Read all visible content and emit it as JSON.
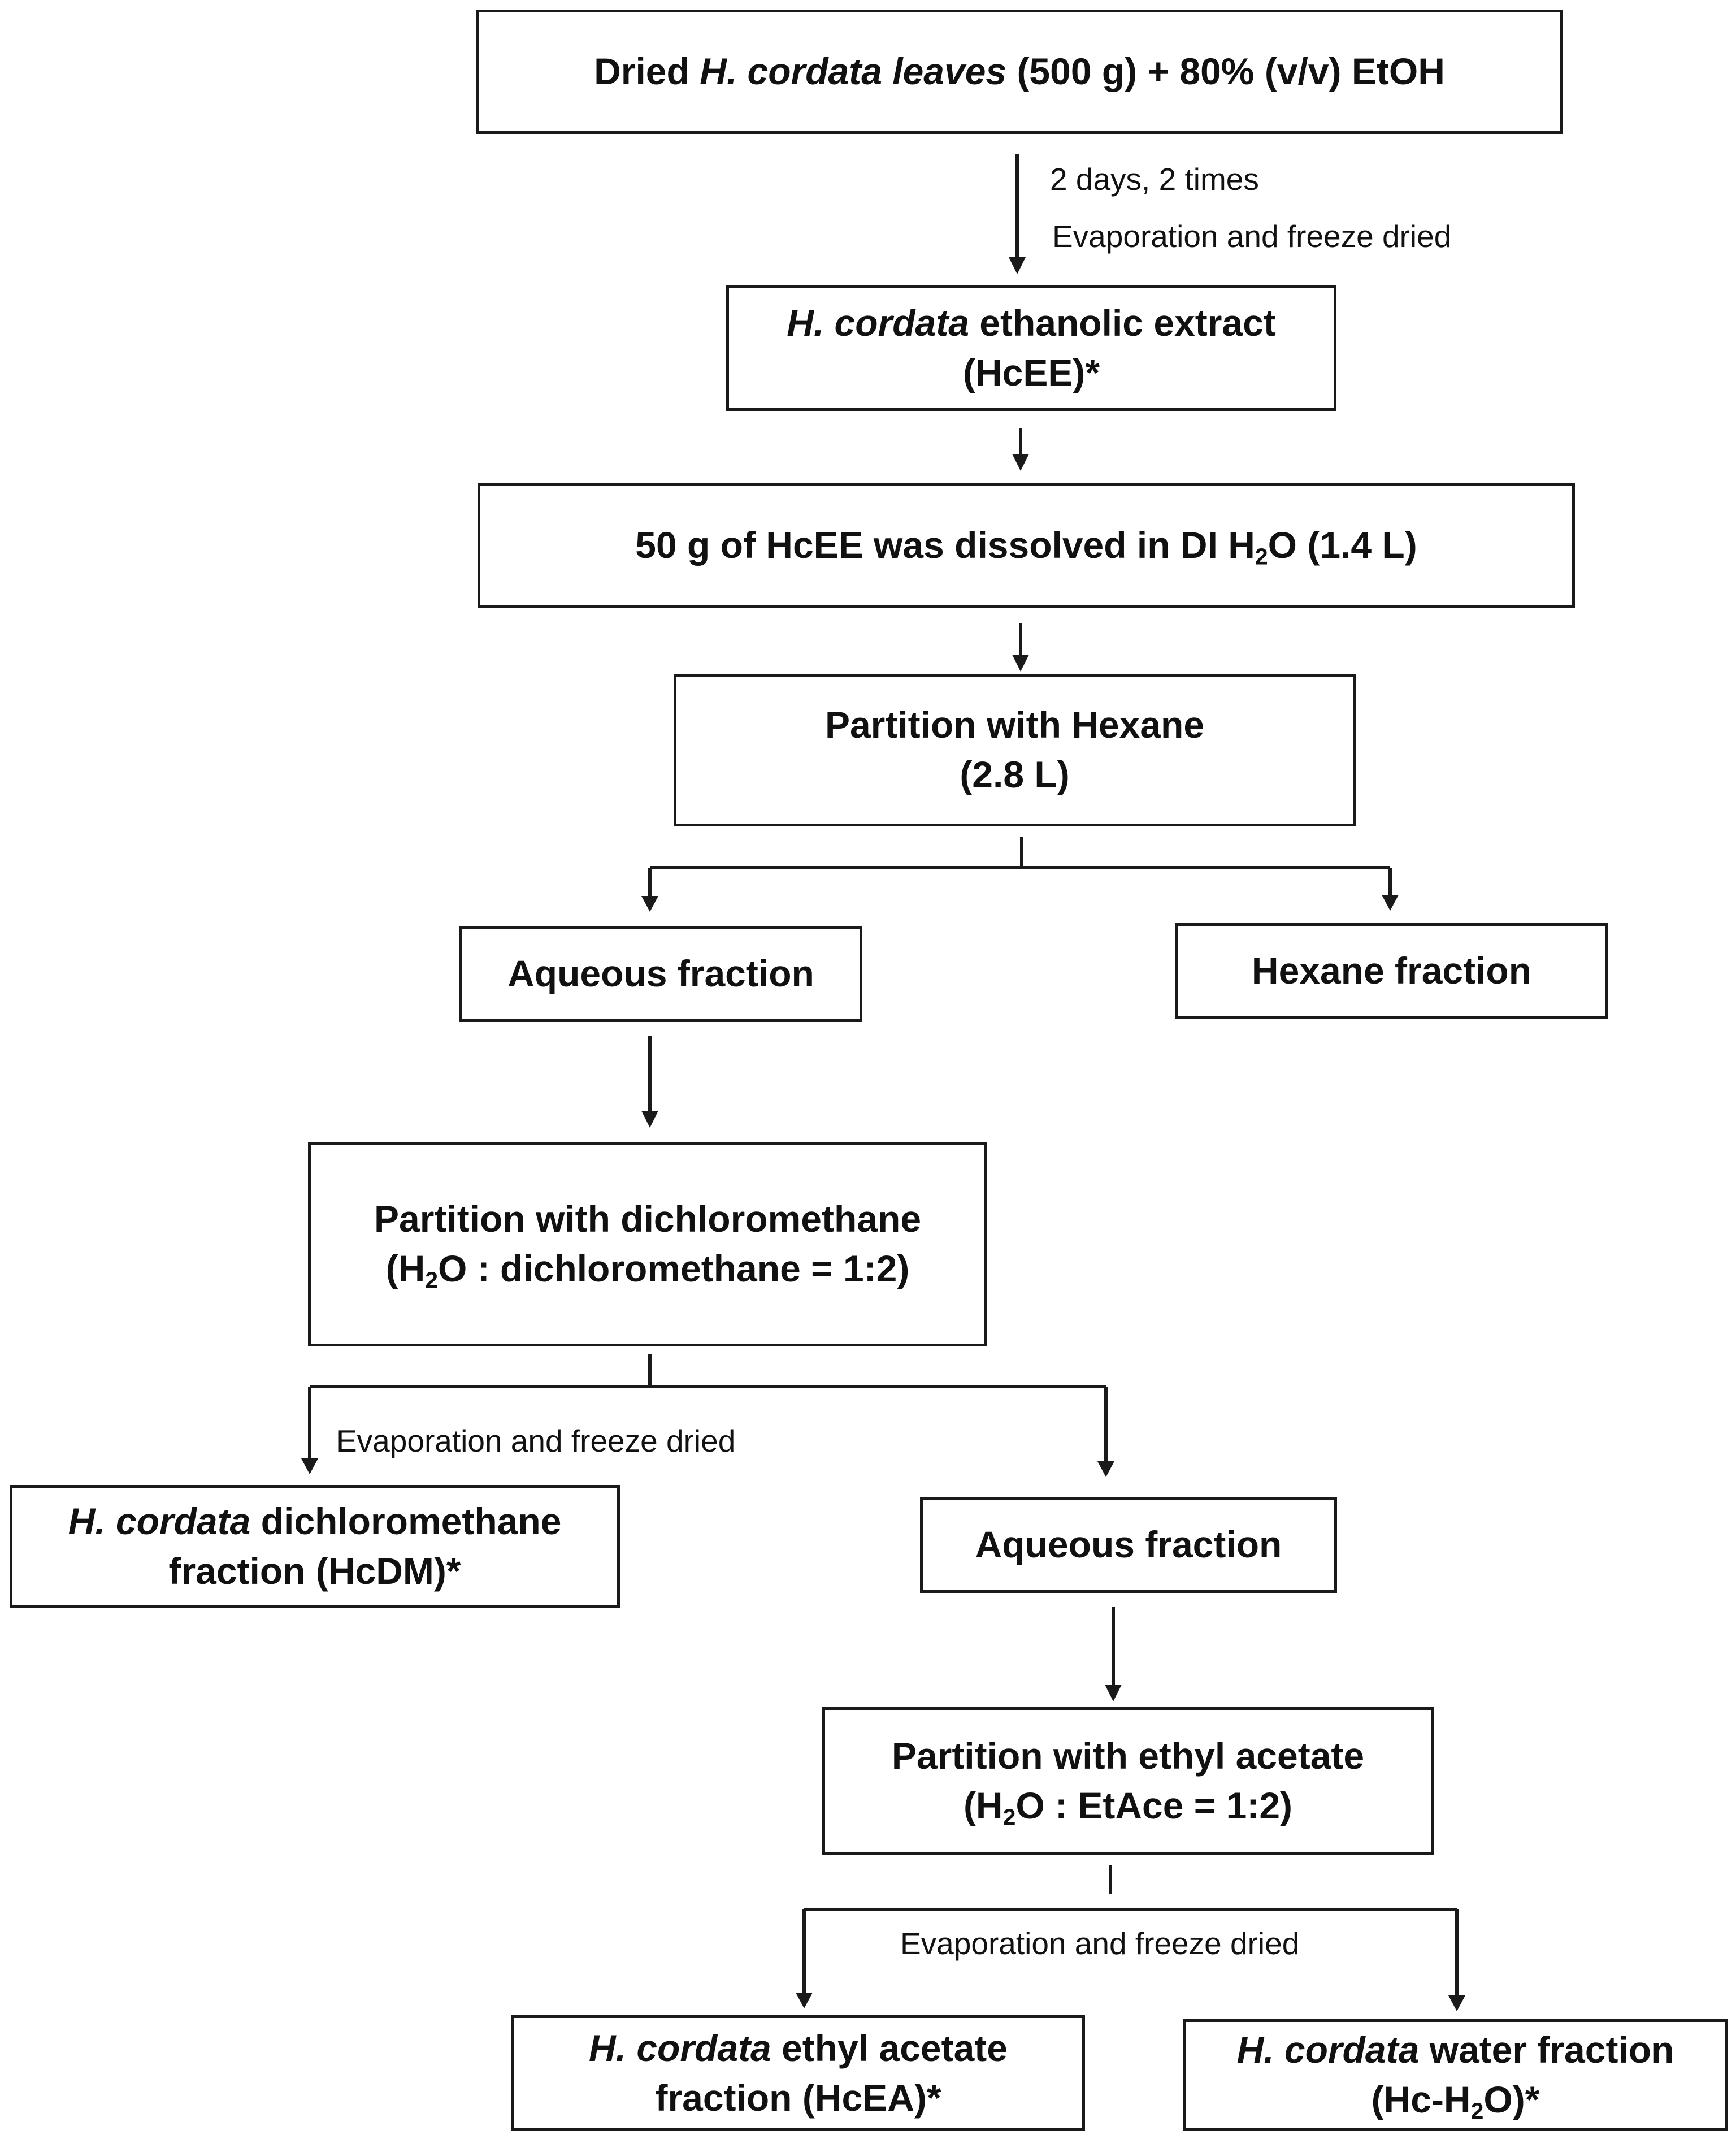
{
  "boxes": {
    "start": {
      "pre": "Dried ",
      "italic": "H. cordata leaves",
      "post": " (500 g) + 80% (v/v) EtOH"
    },
    "hcee": {
      "italic": "H. cordata",
      "line1_post": " ethanolic extract",
      "line2": "(HcEE)*"
    },
    "dissolve": {
      "pre": "50 g of HcEE was dissolved in DI H",
      "sub": "2",
      "post": "O (1.4 L)"
    },
    "hexane_partition": {
      "line1": "Partition with Hexane",
      "line2": "(2.8 L)"
    },
    "aqueous1": {
      "label": "Aqueous fraction"
    },
    "hexane_fraction": {
      "label": "Hexane fraction"
    },
    "dcm_partition": {
      "line1": "Partition with dichloromethane",
      "line2_pre": "(H",
      "line2_sub": "2",
      "line2_post": "O : dichloromethane = 1:2)"
    },
    "hcdm": {
      "italic": "H. cordata",
      "line1_post": " dichloromethane",
      "line2": "fraction (HcDM)*"
    },
    "aqueous2": {
      "label": "Aqueous fraction"
    },
    "ea_partition": {
      "line1": "Partition with ethyl acetate",
      "line2_pre": "(H",
      "line2_sub": "2",
      "line2_post": "O : EtAce = 1:2)"
    },
    "hcea": {
      "italic": "H. cordata",
      "line1_post": " ethyl acetate",
      "line2": "fraction (HcEA)*"
    },
    "hch2o": {
      "italic": "H. cordata",
      "line1_post": " water fraction",
      "line2_pre": "(Hc-H",
      "line2_sub": "2",
      "line2_post": "O)*"
    }
  },
  "notes": {
    "step1_a": "2 days, 2 times",
    "step1_b": "Evaporation and freeze dried",
    "step_dcm": "Evaporation and freeze dried",
    "step_ea": "Evaporation and freeze dried"
  }
}
